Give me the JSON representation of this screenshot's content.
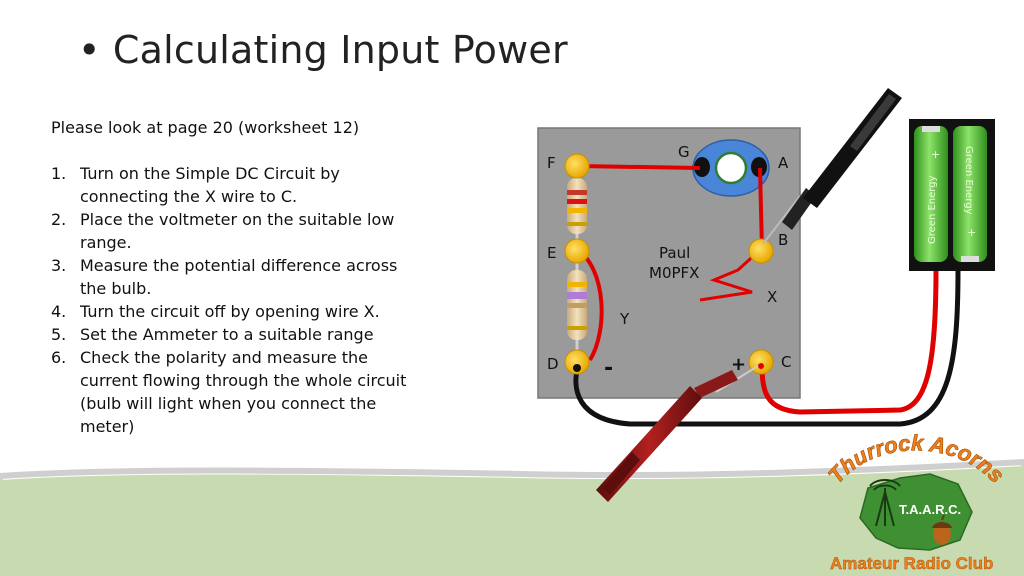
{
  "slide": {
    "bullet": "•",
    "title": "Calculating Input Power"
  },
  "instructions": {
    "intro": "Please look at page 20 (worksheet 12)",
    "steps": [
      {
        "num": "1.",
        "text": "Turn on the Simple DC Circuit by connecting the X wire to C."
      },
      {
        "num": "2.",
        "text": "Place the voltmeter on the suitable low range."
      },
      {
        "num": "3.",
        "text": "Measure the potential difference across the bulb."
      },
      {
        "num": "4.",
        "text": "Turn the circuit off by opening wire X."
      },
      {
        "num": "5.",
        "text": "Set the Ammeter to a suitable range"
      },
      {
        "num": "6.",
        "text": "Check the polarity and measure the current flowing through the whole circuit (bulb will light when you connect the meter)"
      }
    ]
  },
  "circuit": {
    "terminals": {
      "F": "F",
      "G": "G",
      "A": "A",
      "E": "E",
      "B": "B",
      "D": "D",
      "C": "C"
    },
    "labels": {
      "x": "X",
      "y": "Y",
      "minus": "-",
      "plus": "+"
    },
    "owner_name": "Paul",
    "owner_callsign": "M0PFX"
  },
  "battery": {
    "label_1": "Green Energy",
    "label_2": "Green Energy",
    "plus_1": "+",
    "plus_2": "+"
  },
  "logo": {
    "arc_text": "Thurrock Acorns",
    "initials": "T.A.A.R.C.",
    "tagline": "Amateur Radio Club"
  },
  "colors": {
    "board": "#9a9a9a",
    "terminal": "#f5b800",
    "wire_red": "#e00000",
    "wire_black": "#111111",
    "grass": "#c8dbb0",
    "logo_orange": "#f07f1a",
    "battery_green": "#46b82a"
  }
}
